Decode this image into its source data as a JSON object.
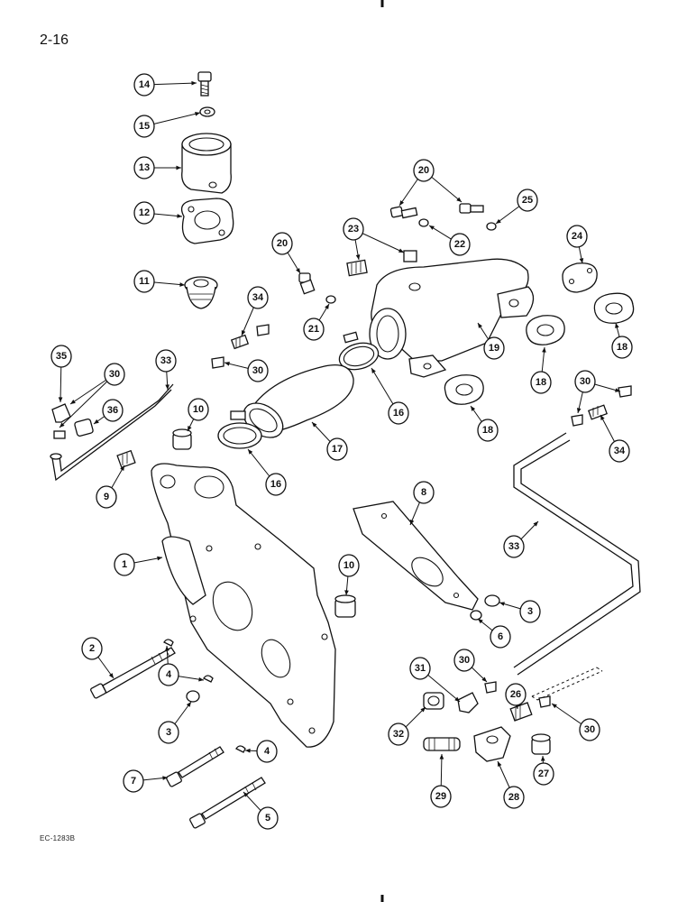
{
  "page": {
    "page_number": "2-16",
    "reference_code": "EC-1283B"
  },
  "callouts": [
    {
      "label": "14"
    },
    {
      "label": "15"
    },
    {
      "label": "13"
    },
    {
      "label": "12"
    },
    {
      "label": "11"
    },
    {
      "label": "20"
    },
    {
      "label": "25"
    },
    {
      "label": "23"
    },
    {
      "label": "22"
    },
    {
      "label": "20"
    },
    {
      "label": "21"
    },
    {
      "label": "24"
    },
    {
      "label": "19"
    },
    {
      "label": "18"
    },
    {
      "label": "18"
    },
    {
      "label": "18"
    },
    {
      "label": "34"
    },
    {
      "label": "30"
    },
    {
      "label": "35"
    },
    {
      "label": "30"
    },
    {
      "label": "33"
    },
    {
      "label": "36"
    },
    {
      "label": "10"
    },
    {
      "label": "16"
    },
    {
      "label": "17"
    },
    {
      "label": "16"
    },
    {
      "label": "30"
    },
    {
      "label": "34"
    },
    {
      "label": "9"
    },
    {
      "label": "8"
    },
    {
      "label": "1"
    },
    {
      "label": "10"
    },
    {
      "label": "33"
    },
    {
      "label": "3"
    },
    {
      "label": "6"
    },
    {
      "label": "2"
    },
    {
      "label": "4"
    },
    {
      "label": "3"
    },
    {
      "label": "4"
    },
    {
      "label": "7"
    },
    {
      "label": "5"
    },
    {
      "label": "31"
    },
    {
      "label": "30"
    },
    {
      "label": "26"
    },
    {
      "label": "30"
    },
    {
      "label": "32"
    },
    {
      "label": "29"
    },
    {
      "label": "28"
    },
    {
      "label": "27"
    }
  ]
}
